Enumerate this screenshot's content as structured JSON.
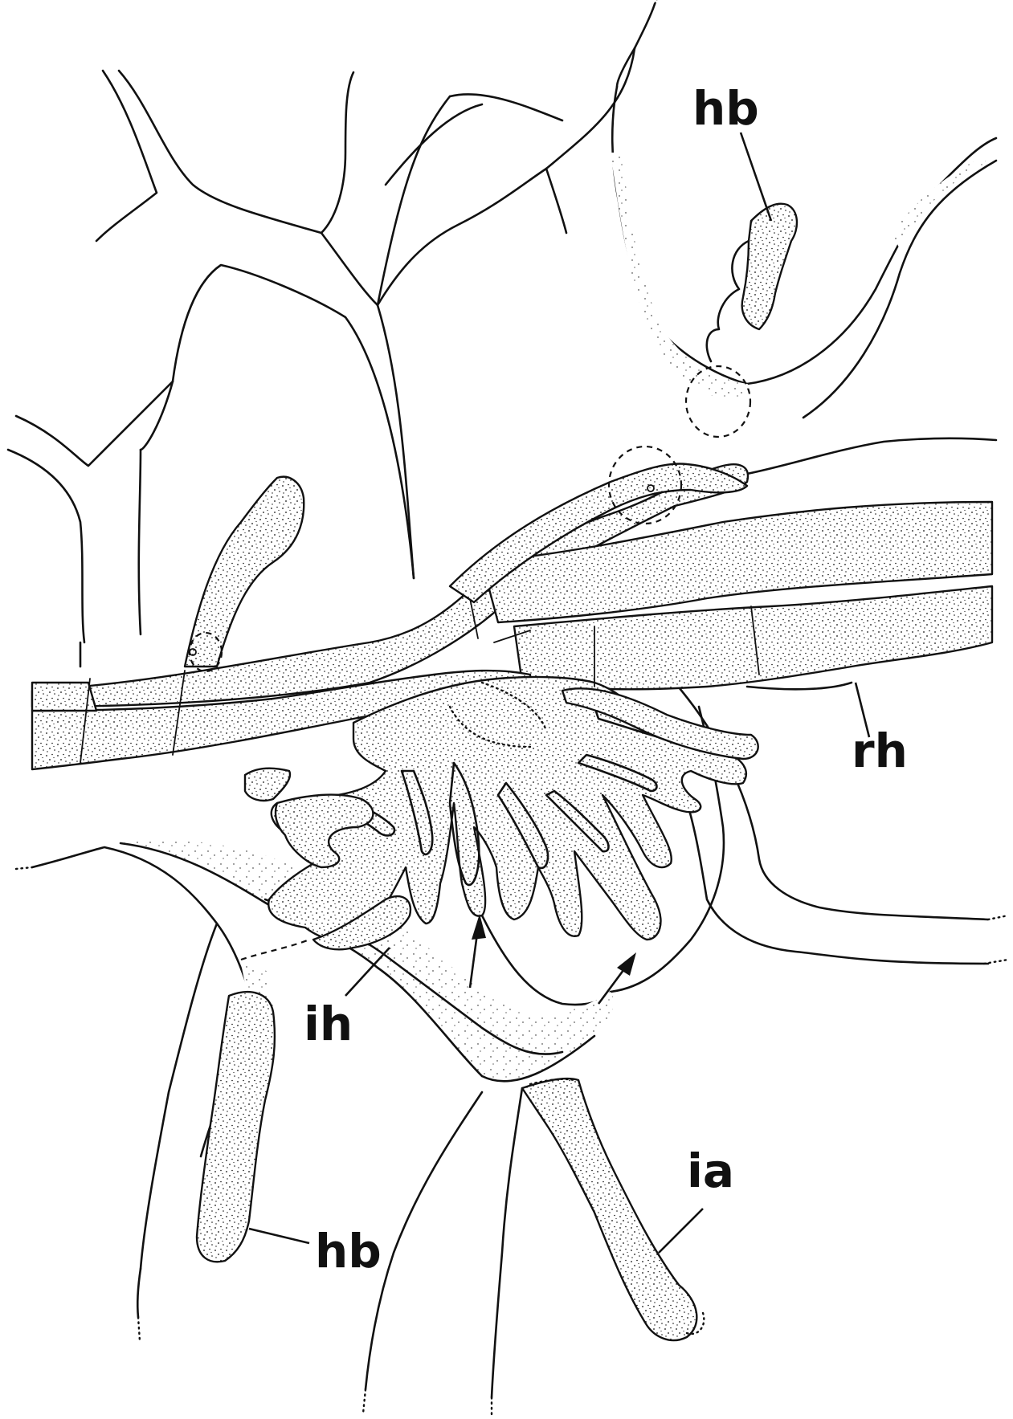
{
  "labels": {
    "hb_top": "hb",
    "rh": "rh",
    "ih": "ih",
    "hb_bottom": "hb",
    "ia": "ia"
  },
  "colors": {
    "ink": "#111111",
    "background": "#ffffff"
  }
}
